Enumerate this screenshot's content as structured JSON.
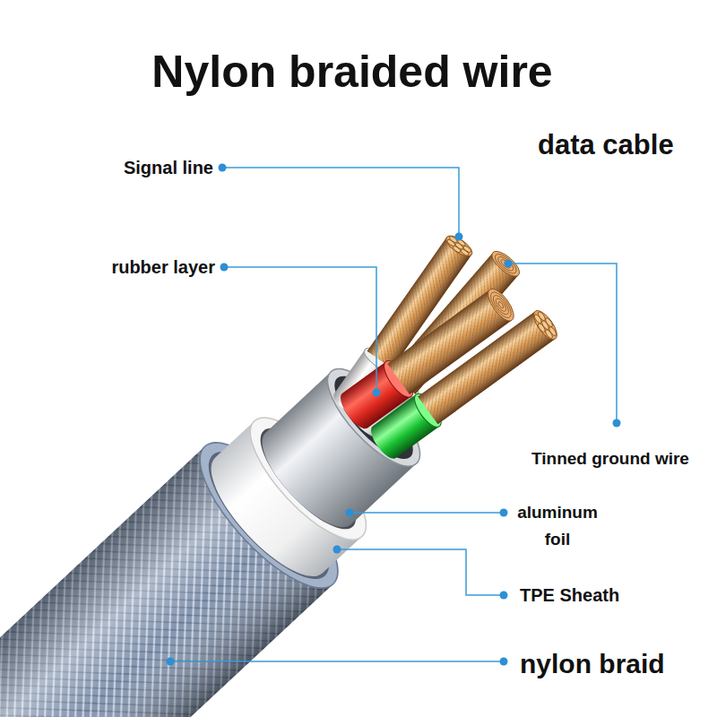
{
  "diagram": {
    "title": "Nylon braided wire",
    "labels": [
      "data cable",
      "Signal line",
      "rubber layer",
      "Tinned ground wire",
      "aluminum foil",
      "TPE Sheath",
      "nylon braid"
    ]
  }
}
